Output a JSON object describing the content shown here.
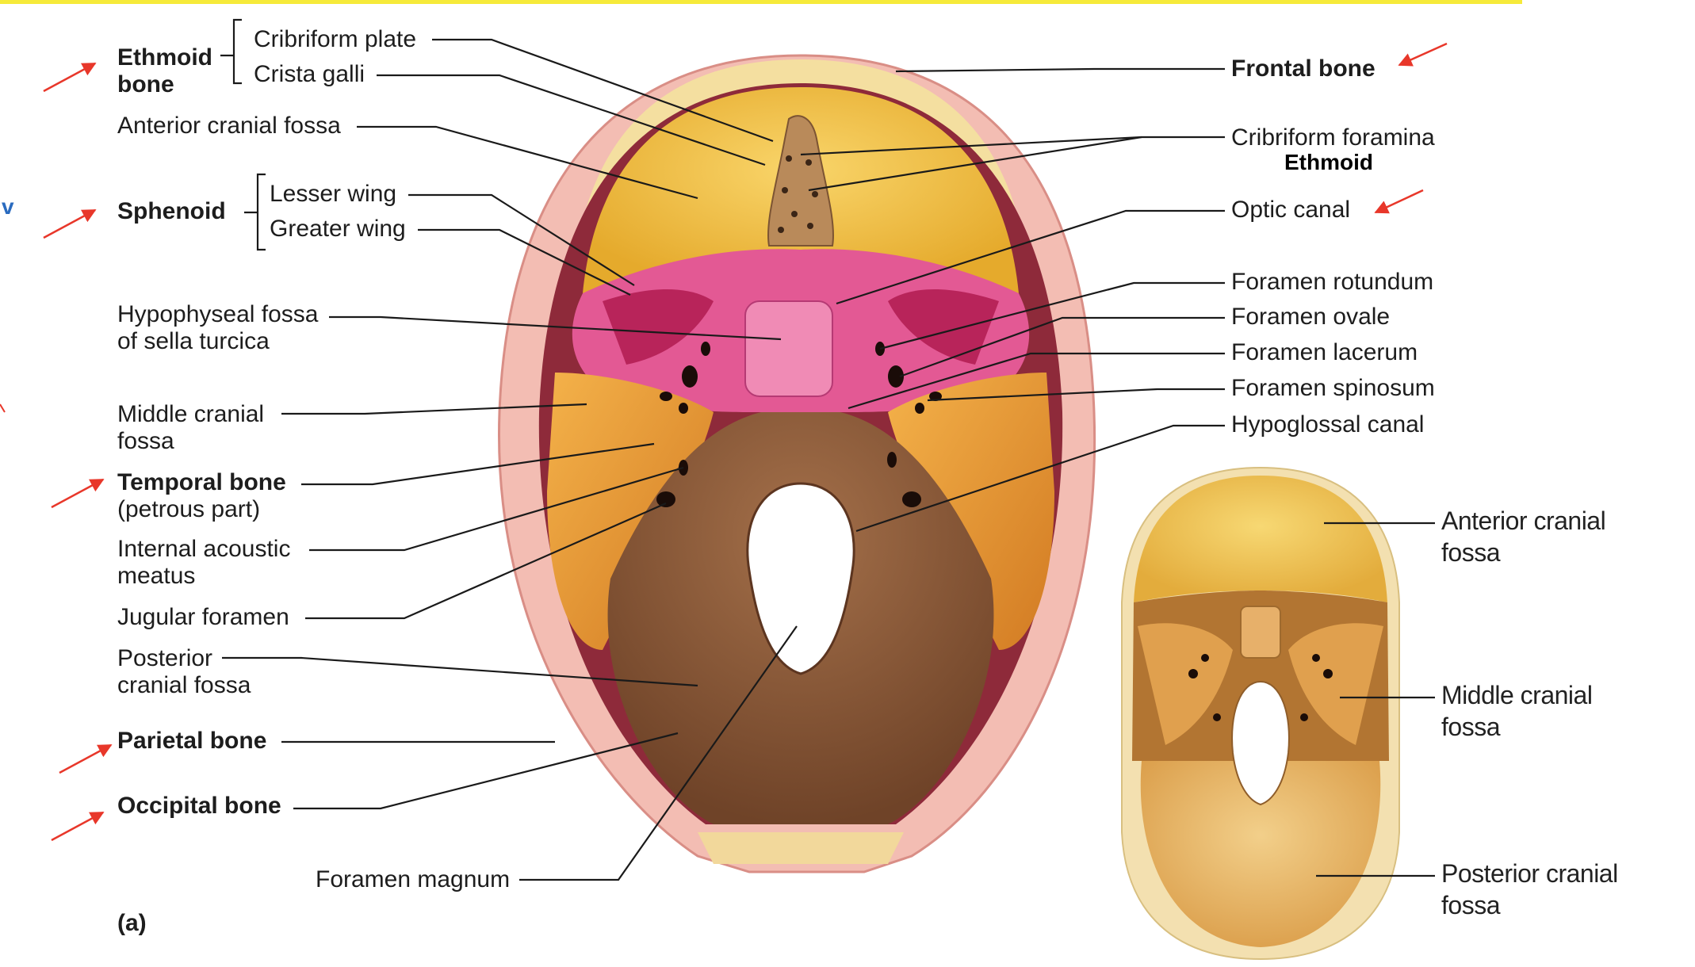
{
  "labels": {
    "ethmoid_bone": "Ethmoid bone",
    "ethmoid_line1": "Ethmoid",
    "ethmoid_line2": "bone",
    "cribriform_plate": "Cribriform plate",
    "crista_galli": "Crista galli",
    "anterior_cranial_fossa": "Anterior cranial fossa",
    "sphenoid": "Sphenoid",
    "lesser_wing": "Lesser wing",
    "greater_wing": "Greater wing",
    "hypophyseal_line1": "Hypophyseal fossa",
    "hypophyseal_line2": "of sella turcica",
    "middle_line1": "Middle cranial",
    "middle_line2": "fossa",
    "temporal_bone": "Temporal bone",
    "temporal_sub": "(petrous part)",
    "iam_line1": "Internal acoustic",
    "iam_line2": "meatus",
    "jugular_foramen": "Jugular foramen",
    "posterior_line1": "Posterior",
    "posterior_line2": "cranial fossa",
    "parietal_bone": "Parietal bone",
    "occipital_bone": "Occipital bone",
    "foramen_magnum": "Foramen magnum",
    "panel_a": "(a)",
    "frontal_bone": "Frontal bone",
    "cribriform_foramina": "Cribriform foramina",
    "ethmoid_note": "Ethmoid",
    "optic_canal": "Optic canal",
    "foramen_rotundum": "Foramen rotundum",
    "foramen_ovale": "Foramen ovale",
    "foramen_lacerum": "Foramen lacerum",
    "foramen_spinosum": "Foramen spinosum",
    "hypoglossal_canal": "Hypoglossal canal"
  },
  "inset_labels": {
    "anterior_line1": "Anterior cranial",
    "anterior_line2": "fossa",
    "middle_line1": "Middle cranial",
    "middle_line2": "fossa",
    "posterior_line1": "Posterior cranial",
    "posterior_line2": "fossa"
  },
  "colors": {
    "top_bar": "#f6ea3a",
    "arrow": "#e8372a",
    "frontal": "#f2c042",
    "sphenoid": "#e0508a",
    "temporal": "#e69a36",
    "occipital": "#8a5a3a",
    "parietal_rim": "#f0b8b0"
  }
}
